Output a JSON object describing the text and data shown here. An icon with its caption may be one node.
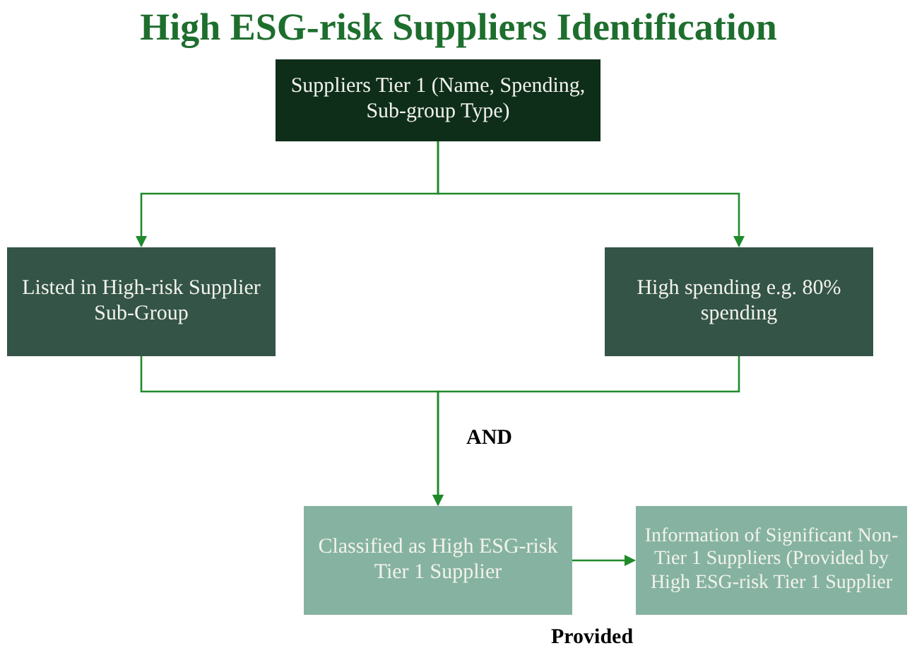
{
  "diagram": {
    "title": "High ESG-risk Suppliers Identification",
    "nodes": [
      {
        "text": [
          "Suppliers Tier 1 (Name, Spending, Sub-group Type)"
        ]
      },
      {
        "text": [
          "Listed in High-risk Supplier Sub-Group"
        ]
      },
      {
        "text": [
          "High spending e.g. 80% spending"
        ]
      },
      {
        "text": [
          "Classified as High ESG-risk  Tier 1 Supplier"
        ]
      },
      {
        "text": [
          "Information of Significant Non-Tier 1 Suppliers (Provided by High ESG-risk  Tier 1 Supplier"
        ]
      }
    ],
    "edges": [
      {
        "from": 0,
        "to": 1,
        "arrow": "to"
      },
      {
        "from": 0,
        "to": 2,
        "arrow": "to"
      },
      {
        "from": 1,
        "to": 3,
        "arrow": "to"
      },
      {
        "from": 2,
        "to": 3,
        "arrow": "to"
      },
      {
        "from": 3,
        "to": 4,
        "arrow": "to"
      }
    ],
    "labels": [
      "AND",
      "Provided"
    ]
  }
}
